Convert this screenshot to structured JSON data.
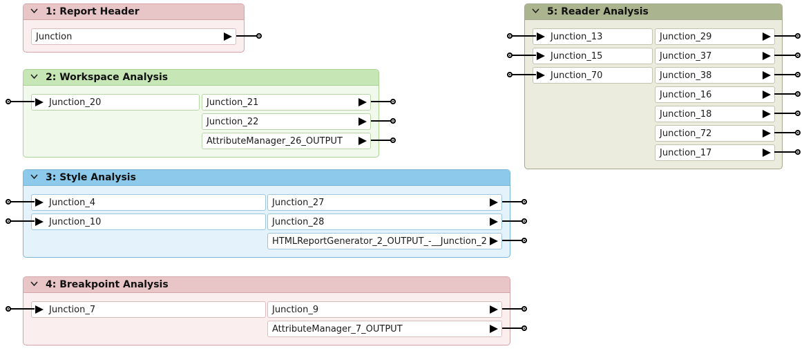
{
  "bookmarks": [
    {
      "title": "1: Report Header",
      "inputs": [],
      "outputs": [
        "Junction"
      ]
    },
    {
      "title": "2: Workspace Analysis",
      "inputs": [
        "Junction_20"
      ],
      "outputs": [
        "Junction_21",
        "Junction_22",
        "AttributeManager_26_OUTPUT"
      ]
    },
    {
      "title": "3: Style Analysis",
      "inputs": [
        "Junction_4",
        "Junction_10"
      ],
      "outputs": [
        "Junction_27",
        "Junction_28",
        "HTMLReportGenerator_2_OUTPUT_-__Junction_2"
      ]
    },
    {
      "title": "4: Breakpoint Analysis",
      "inputs": [
        "Junction_7"
      ],
      "outputs": [
        "Junction_9",
        "AttributeManager_7_OUTPUT"
      ]
    },
    {
      "title": "5: Reader Analysis",
      "inputs": [
        "Junction_13",
        "Junction_15",
        "Junction_70"
      ],
      "outputs": [
        "Junction_29",
        "Junction_37",
        "Junction_38",
        "Junction_16",
        "Junction_18",
        "Junction_72",
        "Junction_17"
      ]
    }
  ],
  "colors": {
    "pink": {
      "head": "#e8c6c8",
      "body": "#faeeee",
      "border": "#d4a3a6",
      "port": "#dcbcbe"
    },
    "green": {
      "head": "#c6e6b6",
      "body": "#f1f8ec",
      "border": "#a9d196",
      "port": "#b7d6a8"
    },
    "blue": {
      "head": "#8cc9ea",
      "body": "#e3f2fb",
      "border": "#7bb5d6",
      "port": "#9cc6de"
    },
    "olive": {
      "head": "#aab48e",
      "body": "#ececde",
      "border": "#a4a88c",
      "port": "#c2c4b0"
    }
  },
  "icons": {
    "collapse": "chevron-down-icon",
    "port": "port-arrow-icon",
    "connector": "connection-dot-icon"
  }
}
